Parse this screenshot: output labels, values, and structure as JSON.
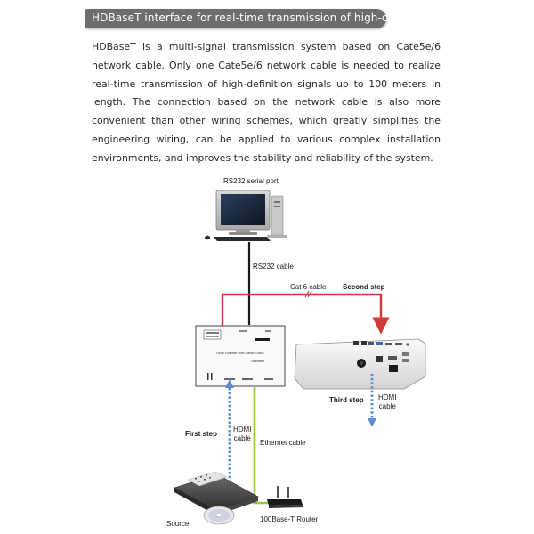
{
  "header": {
    "title": "HDBaseT interface for real-time transmission of high-definition"
  },
  "description": "HDBaseT is a multi-signal transmission system based on Cate5e/6 network cable. Only one Cate5e/6 network cable is needed to realize real-time transmission of high-definition signals up to 100 meters in length. The connection based on the network cable is also more convenient than other wiring schemes, which greatly simplifies the engineering wiring, can be applied to various complex installation environments, and improves the stability and reliability of the system.",
  "diagram": {
    "labels": {
      "rs232_port": "RS232 serial port",
      "rs232_cable": "RS232 cable",
      "cat6_cable": "Cat 6 cable",
      "second_step": "Second step",
      "third_step": "Third step",
      "hdmi_cable_projector_line1": "HDMI",
      "hdmi_cable_projector_line2": "cable",
      "first_step": "First step",
      "hdmi_cable_source_line1": "HDMI",
      "hdmi_cable_source_line2": "cable",
      "ethernet_cable": "Ethernet cable",
      "source": "Source",
      "router": "100Base-T Router"
    },
    "device_text": {
      "extender_title": "HDMI Extender Over Cat5e/6 cable",
      "extender_sub": "Transmitter",
      "hdmi_logo": "HDMI"
    },
    "colors": {
      "cat6_cable": "#d23a3a",
      "hdmi_cable": "#5f8fd0",
      "ethernet_cable": "#9bc53d",
      "rs232_cable": "#1a1a1a"
    }
  }
}
